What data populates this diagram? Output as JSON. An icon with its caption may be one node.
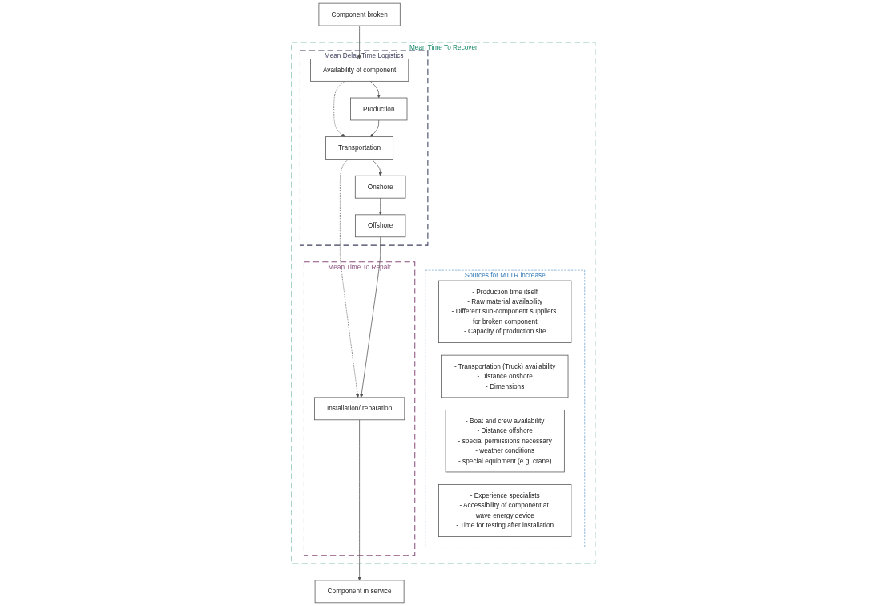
{
  "diagram": {
    "nodes": [
      {
        "text": [
          "Mean Time To Recover"
        ]
      },
      {
        "text": [
          "Component broken"
        ]
      },
      {
        "text": [
          "Mean Delay Time Logistics"
        ],
        "in": 0
      },
      {
        "text": [
          "Availability of component"
        ],
        "in": 2
      },
      {
        "text": [
          "Production"
        ],
        "in": 2
      },
      {
        "text": [
          "Transportation"
        ],
        "in": 2
      },
      {
        "text": [
          "Onshore"
        ],
        "in": 2
      },
      {
        "text": [
          "Offshore"
        ],
        "in": 2
      },
      {
        "text": [
          "Sources for MTTR increase"
        ],
        "in": 0
      },
      {
        "text": [
          "- Production time itself",
          "- Raw material availability",
          "- Different sub-component suppliers for broken component",
          "- Capacity of production site"
        ],
        "in": 8
      },
      {
        "text": [
          "- Transportation (Truck) availability",
          "- Distance onshore",
          "- Dimensions"
        ],
        "in": 8
      },
      {
        "text": [
          "- Boat and crew availability",
          "- Distance offshore",
          "- special permissions necessary",
          "- weather conditions",
          "- special equipment (e.g. crane)"
        ],
        "in": 8
      },
      {
        "text": [
          "Mean Time To Repair"
        ],
        "in": 0
      },
      {
        "text": [
          "Installation/ reparation"
        ],
        "in": 12
      },
      {
        "text": [
          "- Experience specialists",
          "- Accessibility of component at wave energy device",
          "- Time for testing after installation"
        ],
        "in": 8
      },
      {
        "text": [
          "Component in service"
        ]
      }
    ],
    "edges": [
      {
        "from": 1,
        "to": 3,
        "arrow": "to"
      },
      {
        "from": 3,
        "to": 4,
        "arrow": "to"
      },
      {
        "from": 3,
        "to": 5,
        "arrow": "to",
        "style": "dashed"
      },
      {
        "from": 4,
        "to": 5,
        "arrow": "to"
      },
      {
        "from": 5,
        "to": 6,
        "arrow": "to"
      },
      {
        "from": 6,
        "to": 7,
        "arrow": "to"
      },
      {
        "from": 5,
        "to": 13,
        "arrow": "to",
        "style": "dashed"
      },
      {
        "from": 7,
        "to": 13,
        "arrow": "to"
      },
      {
        "from": 13,
        "to": 15,
        "arrow": "to"
      }
    ]
  }
}
